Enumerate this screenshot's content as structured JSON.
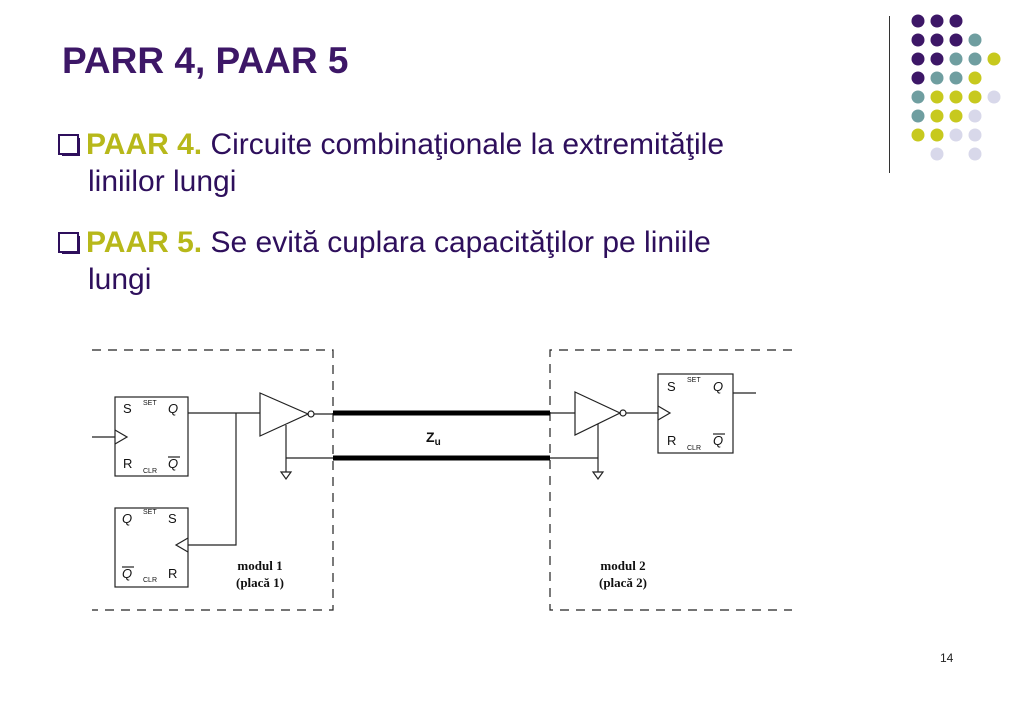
{
  "slide": {
    "title": "PARR 4, PAAR 5",
    "page_number": "14"
  },
  "bullets": [
    {
      "highlight": "PAAR 4.",
      "text": " Circuite combinaţionale la extremităţile",
      "continuation": "liniilor lungi"
    },
    {
      "highlight": "PAAR 5.",
      "text": " Se evită cuplara capacităţilor pe liniile",
      "continuation": "lungi"
    }
  ],
  "diagram": {
    "ff1": {
      "set": "S",
      "set_tag": "SET",
      "q": "Q",
      "reset": "R",
      "clr_tag": "CLR",
      "qbar": "Q"
    },
    "ff2": {
      "q": "Q",
      "set_tag": "SET",
      "set": "S",
      "qbar": "Q",
      "clr_tag": "CLR",
      "reset": "R"
    },
    "ff3": {
      "set": "S",
      "set_tag": "SET",
      "q": "Q",
      "reset": "R",
      "clr_tag": "CLR",
      "qbar": "Q"
    },
    "line_label": "Z",
    "line_label_sub": "u",
    "module1_line1": "modul 1",
    "module1_line2": "(placă 1)",
    "module2_line1": "modul 2",
    "module2_line2": "(placă 2)"
  },
  "colors": {
    "title": "#3d1767",
    "highlight": "#b7b81a",
    "dot_purple": "#3d1767",
    "dot_teal": "#6f9ea0",
    "dot_yellow": "#c7c91e",
    "dot_lavender": "#d8d8ea"
  },
  "decor_dots": [
    [
      "purple",
      "purple",
      "purple",
      "",
      "",
      ""
    ],
    [
      "purple",
      "purple",
      "purple",
      "teal",
      "",
      ""
    ],
    [
      "purple",
      "purple",
      "teal",
      "teal",
      "yellow",
      ""
    ],
    [
      "purple",
      "teal",
      "teal",
      "yellow",
      "",
      ""
    ],
    [
      "teal",
      "yellow",
      "yellow",
      "yellow",
      "lavender",
      ""
    ],
    [
      "teal",
      "yellow",
      "yellow",
      "lavender",
      "",
      ""
    ],
    [
      "yellow",
      "yellow",
      "lavender",
      "lavender",
      "",
      ""
    ],
    [
      "",
      "lavender",
      "",
      "lavender",
      "",
      ""
    ]
  ]
}
